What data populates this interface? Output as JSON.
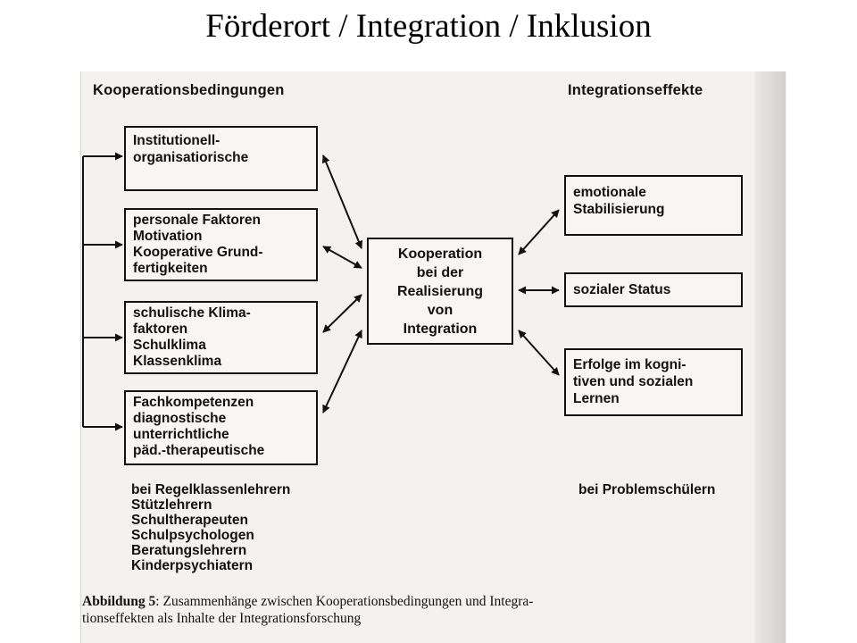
{
  "slide_title": "Förderort / Integration / Inklusion",
  "diagram": {
    "left_header": "Kooperationsbedingungen",
    "right_header": "Integrationseffekte",
    "left_boxes": [
      {
        "lines": [
          "Institutionell-",
          "organisatiorische"
        ]
      },
      {
        "lines": [
          "personale Faktoren",
          "Motivation",
          "Kooperative Grund-",
          "fertigkeiten"
        ]
      },
      {
        "lines": [
          "schulische Klima-",
          "faktoren",
          "Schulklima",
          "Klassenklima"
        ]
      },
      {
        "lines": [
          "Fachkompetenzen",
          "diagnostische",
          "unterrichtliche",
          "päd.-therapeutische"
        ]
      }
    ],
    "center_box": {
      "lines": [
        "Kooperation",
        "bei der",
        "Realisierung",
        "von",
        "Integration"
      ]
    },
    "right_boxes": [
      {
        "lines": [
          "emotionale",
          "Stabilisierung"
        ]
      },
      {
        "lines": [
          "sozialer Status"
        ]
      },
      {
        "lines": [
          "Erfolge im kogni-",
          "tiven und sozialen",
          "Lernen"
        ]
      }
    ],
    "left_list": {
      "heading": "bei Regelklassenlehrern",
      "items": [
        "Stützlehrern",
        "Schultherapeuten",
        "Schulpsychologen",
        "Beratungslehrern",
        "Kinderpsychiatern"
      ]
    },
    "right_list_heading": "bei Problemschülern"
  },
  "caption": {
    "label": "Abbildung 5",
    "text_line1": ": Zusammenhänge zwischen Kooperationsbedingungen und Integra-",
    "text_line2": "tionseffekten als Inhalte der Integrationsforschung"
  }
}
